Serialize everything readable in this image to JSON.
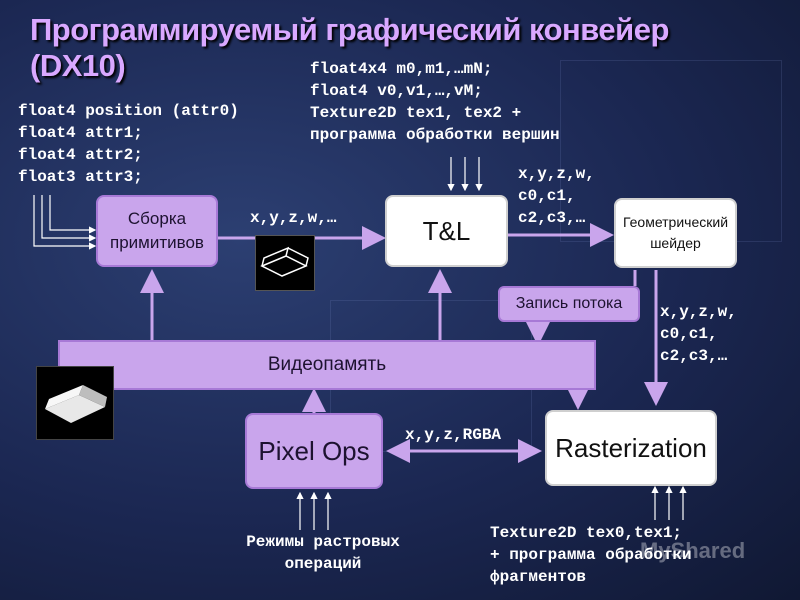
{
  "title": "Программируемый графический конвейер (DX10)",
  "vertex_inputs": [
    "float4 position (attr0)",
    "float4 attr1;",
    "float4 attr2;",
    "float3 attr3;"
  ],
  "tl_inputs": [
    "float4x4 m0,m1,…mN;",
    "float4 v0,v1,…,vM;",
    "Texture2D tex1, tex2 +",
    "программа обработки вершин"
  ],
  "boxes": {
    "assembly": "Сборка примитивов",
    "tl": "T&L",
    "geometry_shader": "Геометрический шейдер",
    "stream_out": "Запись потока",
    "video_memory": "Видеопамять",
    "pixel_ops": "Pixel Ops",
    "rasterization": "Rasterization"
  },
  "labels": {
    "assembly_to_tl": "x,y,z,w,…",
    "tl_to_gs": [
      "x,y,z,w,",
      "c0,c1,",
      "c2,c3,…"
    ],
    "gs_to_raster": [
      "x,y,z,w,",
      "c0,c1,",
      "c2,c3,…"
    ],
    "raster_to_pixel": "x,y,z,RGBA",
    "raster_modes": [
      "Режимы растровых",
      "операций"
    ],
    "fragment_inputs": [
      "Texture2D tex0,tex1;",
      "+ программа обработки",
      "фрагментов"
    ]
  },
  "watermark": "MyShared",
  "colors": {
    "title": "#d9a8ff",
    "box_purple": "#c9a5ec",
    "arrow": "#c9a5ec",
    "background": "#1b2752"
  }
}
